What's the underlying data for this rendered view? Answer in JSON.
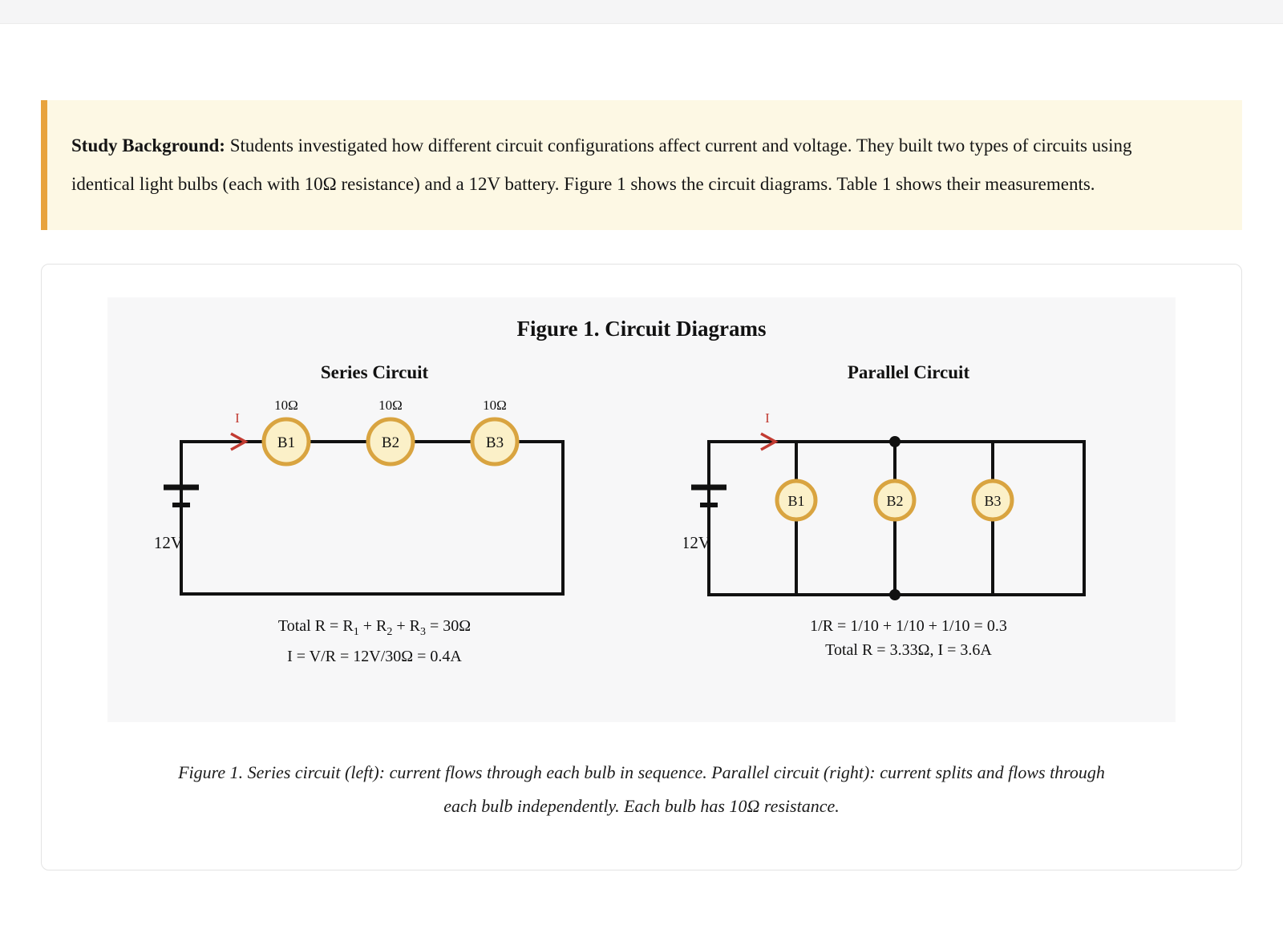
{
  "colors": {
    "accent_orange": "#e8a33d",
    "callout_bg": "#fdf8e4",
    "panel_bg": "#f7f7f8",
    "wire": "#111111",
    "bulb_fill": "#fbf0c8",
    "bulb_stroke": "#d9a440",
    "current_red": "#c23b32"
  },
  "callout": {
    "lead": "Study Background:",
    "body": " Students investigated how different circuit configurations affect current and voltage. They built two types of circuits using identical light bulbs (each with 10Ω resistance) and a 12V battery. Figure 1 shows the circuit diagrams. Table 1 shows their measurements."
  },
  "figure": {
    "title": "Figure 1. Circuit Diagrams",
    "series": {
      "title": "Series Circuit",
      "current_label": "I",
      "battery_label": "12V",
      "bulbs": [
        {
          "label": "B1",
          "resistance": "10Ω"
        },
        {
          "label": "B2",
          "resistance": "10Ω"
        },
        {
          "label": "B3",
          "resistance": "10Ω"
        }
      ],
      "formula_line1_segments": [
        {
          "t": "Total R = R"
        },
        {
          "t": "1",
          "sub": true
        },
        {
          "t": " + R"
        },
        {
          "t": "2",
          "sub": true
        },
        {
          "t": " + R"
        },
        {
          "t": "3",
          "sub": true
        },
        {
          "t": " = 30Ω"
        }
      ],
      "formula_line2": "I = V/R = 12V/30Ω = 0.4A"
    },
    "parallel": {
      "title": "Parallel Circuit",
      "current_label": "I",
      "battery_label": "12V",
      "bulbs": [
        {
          "label": "B1"
        },
        {
          "label": "B2"
        },
        {
          "label": "B3"
        }
      ],
      "formula_line1": "1/R = 1/10 + 1/10 + 1/10 = 0.3",
      "formula_line2": "Total R = 3.33Ω, I = 3.6A"
    },
    "caption_line1": "Figure 1. Series circuit (left): current flows through each bulb in sequence. Parallel circuit (right): current splits and flows through",
    "caption_line2": "each bulb independently. Each bulb has 10Ω resistance."
  }
}
